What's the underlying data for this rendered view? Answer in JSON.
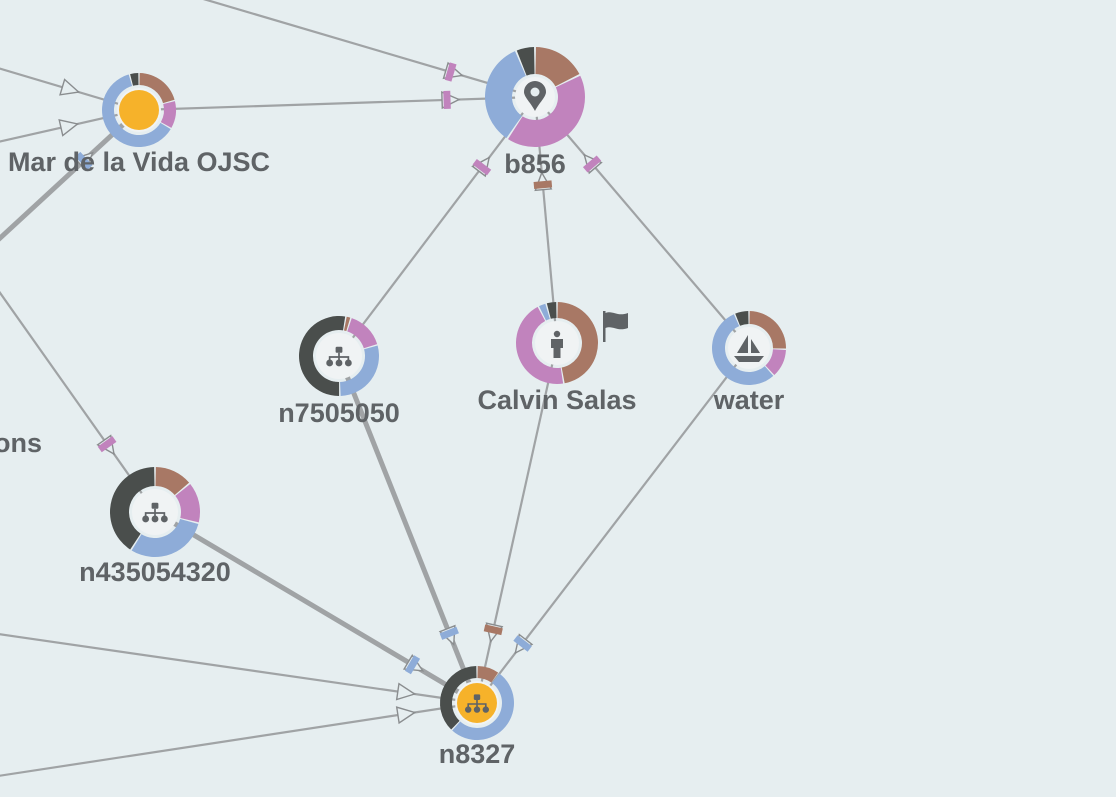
{
  "colors": {
    "background": "#e6eef0",
    "edge": "#a0a3a5",
    "label": "#5f6366",
    "brown": "#a87865",
    "pink": "#c183bd",
    "blue": "#8eacd8",
    "dark": "#4a4e4c",
    "orange": "#f6b22a",
    "icon": "#5f6366"
  },
  "nodes": [
    {
      "id": "mar",
      "label": "Mar de la Vida OJSC",
      "icon": "none",
      "center": "orange",
      "segments": [
        {
          "color": "brown",
          "value": 20
        },
        {
          "color": "pink",
          "value": 12
        },
        {
          "color": "blue",
          "value": 60
        },
        {
          "color": "dark",
          "value": 4
        }
      ]
    },
    {
      "id": "b856",
      "label": "b856",
      "icon": "map-pin-icon",
      "center": "none",
      "segments": [
        {
          "color": "brown",
          "value": 17
        },
        {
          "color": "pink",
          "value": 40
        },
        {
          "color": "blue",
          "value": 33
        },
        {
          "color": "dark",
          "value": 6
        }
      ]
    },
    {
      "id": "n7505050",
      "label": "n7505050",
      "icon": "org-chart-icon",
      "center": "none",
      "segments": [
        {
          "color": "brown",
          "value": 2
        },
        {
          "color": "pink",
          "value": 15
        },
        {
          "color": "blue",
          "value": 28
        },
        {
          "color": "dark",
          "value": 51
        }
      ]
    },
    {
      "id": "calvin",
      "label": "Calvin Salas",
      "icon": "person-icon",
      "center": "none",
      "flag": true,
      "segments": [
        {
          "color": "brown",
          "value": 44
        },
        {
          "color": "pink",
          "value": 42
        },
        {
          "color": "blue",
          "value": 3
        },
        {
          "color": "dark",
          "value": 4
        }
      ]
    },
    {
      "id": "water",
      "label": "water",
      "icon": "sailboat-icon",
      "center": "none",
      "segments": [
        {
          "color": "brown",
          "value": 24
        },
        {
          "color": "pink",
          "value": 12
        },
        {
          "color": "blue",
          "value": 52
        },
        {
          "color": "dark",
          "value": 6
        }
      ]
    },
    {
      "id": "n435054320",
      "label": "n435054320",
      "icon": "org-chart-icon",
      "center": "none",
      "segments": [
        {
          "color": "brown",
          "value": 14
        },
        {
          "color": "pink",
          "value": 15
        },
        {
          "color": "blue",
          "value": 30
        },
        {
          "color": "dark",
          "value": 41
        }
      ]
    },
    {
      "id": "n8327",
      "label": "n8327",
      "icon": "org-chart-icon",
      "center": "orange",
      "segments": [
        {
          "color": "brown",
          "value": 10
        },
        {
          "color": "blue",
          "value": 52
        },
        {
          "color": "dark",
          "value": 38
        }
      ]
    },
    {
      "id": "ons",
      "label": "ons",
      "icon": "none",
      "center": "none",
      "segments": []
    }
  ],
  "edges": [
    {
      "from": "mar",
      "to": "b856",
      "marker": "pink",
      "weight": 1
    },
    {
      "from": "n7505050",
      "to": "b856",
      "marker": "pink",
      "weight": 1
    },
    {
      "from": "calvin",
      "to": "b856",
      "marker": "brown",
      "weight": 1
    },
    {
      "from": "water",
      "to": "b856",
      "marker": "pink",
      "weight": 1
    },
    {
      "from": "n7505050",
      "to": "n8327",
      "marker": "blue",
      "weight": 3
    },
    {
      "from": "calvin",
      "to": "n8327",
      "marker": "brown",
      "weight": 1
    },
    {
      "from": "water",
      "to": "n8327",
      "marker": "blue",
      "weight": 1
    },
    {
      "from": "n435054320",
      "to": "n8327",
      "marker": "blue",
      "weight": 3
    },
    {
      "from": "offscreen-left-top",
      "to": "b856",
      "marker": "pink",
      "weight": 1
    },
    {
      "from": "offscreen-left-a",
      "to": "mar",
      "marker": "none",
      "weight": 1
    },
    {
      "from": "offscreen-left-b",
      "to": "mar",
      "marker": "none",
      "weight": 1
    },
    {
      "from": "offscreen-left-c",
      "to": "mar",
      "marker": "blue",
      "weight": 3
    },
    {
      "from": "offscreen-left-d",
      "to": "n435054320",
      "marker": "pink",
      "weight": 1
    },
    {
      "from": "offscreen-left-e",
      "to": "n8327",
      "marker": "none",
      "weight": 1
    },
    {
      "from": "offscreen-left-f",
      "to": "n8327",
      "marker": "none",
      "weight": 1
    }
  ]
}
